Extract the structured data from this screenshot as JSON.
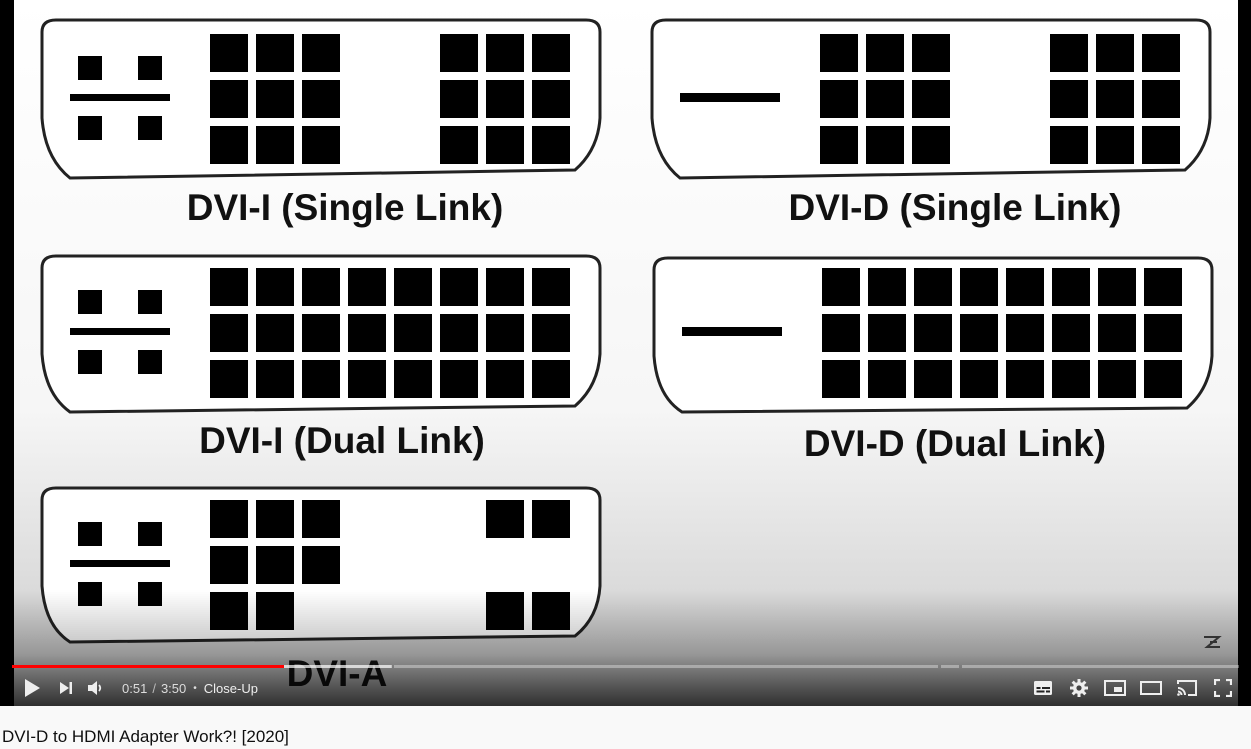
{
  "video": {
    "labels": {
      "dvi_i_single": "DVI-I (Single Link)",
      "dvi_d_single": "DVI-D (Single Link)",
      "dvi_i_dual": "DVI-I (Dual Link)",
      "dvi_d_dual": "DVI-D (Dual Link)",
      "dvi_a": "DVI-A"
    }
  },
  "player": {
    "current_time": "0:51",
    "duration": "3:50",
    "time_separator": "/",
    "chapter_separator": "•",
    "chapter": "Close-Up",
    "progress_played_fraction": 0.222,
    "progress_loaded_fraction": 0.31,
    "colors": {
      "played": "#ff0000",
      "loaded": "#ffffff",
      "background": "#000000"
    },
    "icons": [
      "play-icon",
      "next-icon",
      "volume-icon",
      "subtitles-icon",
      "settings-icon",
      "miniplayer-icon",
      "theater-mode-icon",
      "cast-icon",
      "fullscreen-icon"
    ]
  },
  "page": {
    "video_title": "DVI-D to HDMI Adapter Work?! [2020]"
  }
}
